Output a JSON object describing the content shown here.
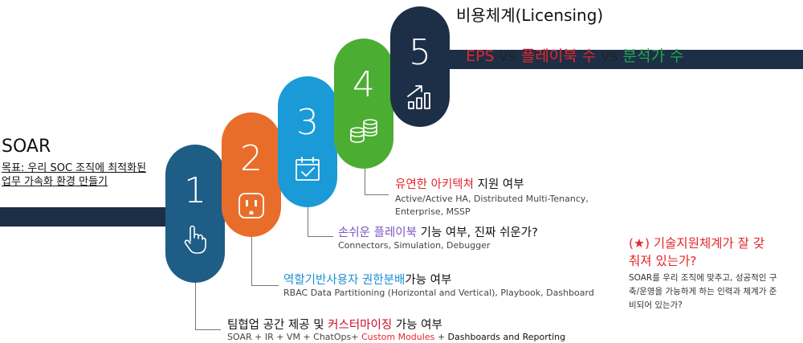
{
  "soar": {
    "title": "SOAR",
    "goal_line1": "목표: 우리 SOC 조직에 최적화된",
    "goal_line2": "업무 가속화 환경 만들기"
  },
  "steps": [
    {
      "number": "1",
      "color": "#1d5d86",
      "icon": "hand-pointer-icon"
    },
    {
      "number": "2",
      "color": "#e96d2a",
      "icon": "power-outlet-icon"
    },
    {
      "number": "3",
      "color": "#1a9ad6",
      "icon": "calendar-check-icon"
    },
    {
      "number": "4",
      "color": "#4cad33",
      "icon": "coins-icon"
    },
    {
      "number": "5",
      "color": "#1d2f46",
      "icon": "growth-chart-icon"
    }
  ],
  "licensing": {
    "title": "비용체계(Licensing)",
    "eps": "EPS",
    "vs1": " vs ",
    "playbook_count": "플레이북 수",
    "vs2": " vs ",
    "analyst_count": "분석가 수"
  },
  "items": {
    "architecture": {
      "title_highlight": "유연한 아키텍쳐",
      "title_rest": " 지원 여부",
      "sub_line1": "Active/Active HA, Distributed Multi-Tenancy,",
      "sub_line2": "Enterprise, MSSP"
    },
    "playbook": {
      "title_highlight": "손쉬운 플레이북",
      "title_rest": " 기능 여부, 진짜 쉬운가?",
      "sub": "Connectors, Simulation, Debugger"
    },
    "rbac": {
      "title_highlight": "역할기반사용자 권한분배",
      "title_rest": "가능 여부",
      "sub": "RBAC Data Partitioning (Horizontal and Vertical), Playbook, Dashboard"
    },
    "workspace": {
      "title_plain": "팀협업 공간 제공 및 ",
      "title_highlight": "커스터마이징",
      "title_rest": " 가능 여부",
      "sub_plain": "SOAR + IR + VM + ChatOps+ ",
      "sub_highlight": "Custom Modules",
      "sub_plus": " + ",
      "sub_dark": "Dashboards and Reporting"
    }
  },
  "support": {
    "title_line1": "(★) 기술지원체계가 잘 갖",
    "title_line2": "춰져 있는가?",
    "body_line1": "SOAR를 우리 조직에 맞추고, 성공적인 구",
    "body_line2": "축/운영을 가능하게 하는 인력과 체계가 준",
    "body_line3": "비되어 있는가?"
  }
}
